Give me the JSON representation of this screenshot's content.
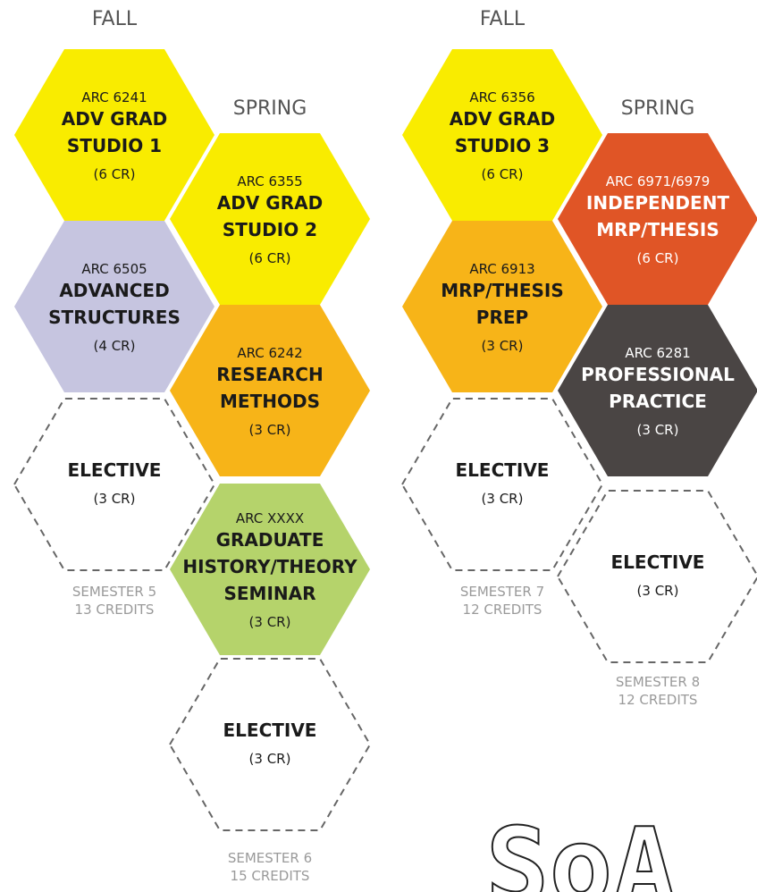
{
  "semester_headers": {
    "s5": "FALL",
    "s6": "SPRING",
    "s7": "FALL",
    "s8": "SPRING"
  },
  "courses": {
    "adv_grad_studio_1": {
      "code": "ARC 6241",
      "title": [
        "ADV GRAD",
        "STUDIO 1"
      ],
      "credits": "(6 CR)",
      "color": "#f9ec00"
    },
    "adv_grad_studio_2": {
      "code": "ARC 6355",
      "title": [
        "ADV GRAD",
        "STUDIO 2"
      ],
      "credits": "(6 CR)",
      "color": "#f9ec00"
    },
    "advanced_structures": {
      "code": "ARC 6505",
      "title": [
        "ADVANCED",
        "STRUCTURES"
      ],
      "credits": "(4 CR)",
      "color": "#c6c5e0"
    },
    "research_methods": {
      "code": "ARC 6242",
      "title": [
        "RESEARCH",
        "METHODS"
      ],
      "credits": "(3 CR)",
      "color": "#f7b418"
    },
    "elective_s5": {
      "code": "",
      "title": [
        "ELECTIVE"
      ],
      "credits": "(3 CR)",
      "color": "none"
    },
    "history_theory": {
      "code": "ARC XXXX",
      "title": [
        "GRADUATE",
        "HISTORY/THEORY",
        "SEMINAR"
      ],
      "credits": "(3 CR)",
      "color": "#b5d36b"
    },
    "elective_s6": {
      "code": "",
      "title": [
        "ELECTIVE"
      ],
      "credits": "(3 CR)",
      "color": "none"
    },
    "adv_grad_studio_3": {
      "code": "ARC 6356",
      "title": [
        "ADV GRAD",
        "STUDIO 3"
      ],
      "credits": "(6 CR)",
      "color": "#f9ec00"
    },
    "independent_thesis": {
      "code": "ARC 6971/6979",
      "title": [
        "INDEPENDENT",
        "MRP/THESIS"
      ],
      "credits": "(6 CR)",
      "color": "#e05526"
    },
    "mrp_thesis_prep": {
      "code": "ARC 6913",
      "title": [
        "MRP/THESIS",
        "PREP"
      ],
      "credits": "(3 CR)",
      "color": "#f7b418"
    },
    "professional_practice": {
      "code": "ARC 6281",
      "title": [
        "PROFESSIONAL",
        "PRACTICE"
      ],
      "credits": "(3 CR)",
      "color": "#4a4544"
    },
    "elective_s7": {
      "code": "",
      "title": [
        "ELECTIVE"
      ],
      "credits": "(3 CR)",
      "color": "none"
    },
    "elective_s8": {
      "code": "",
      "title": [
        "ELECTIVE"
      ],
      "credits": "(3 CR)",
      "color": "none"
    }
  },
  "semester_totals": {
    "s5": [
      "SEMESTER 5",
      "13 CREDITS"
    ],
    "s6": [
      "SEMESTER 6",
      "15 CREDITS"
    ],
    "s7": [
      "SEMESTER 7",
      "12 CREDITS"
    ],
    "s8": [
      "SEMESTER 8",
      "12 CREDITS"
    ]
  },
  "logo_text": "SoA",
  "colors": {
    "text_dark": "#1a1a1a",
    "text_on_dark": "#ffffff",
    "dash_stroke": "#666666",
    "footer_gray": "#9a9a9a"
  }
}
